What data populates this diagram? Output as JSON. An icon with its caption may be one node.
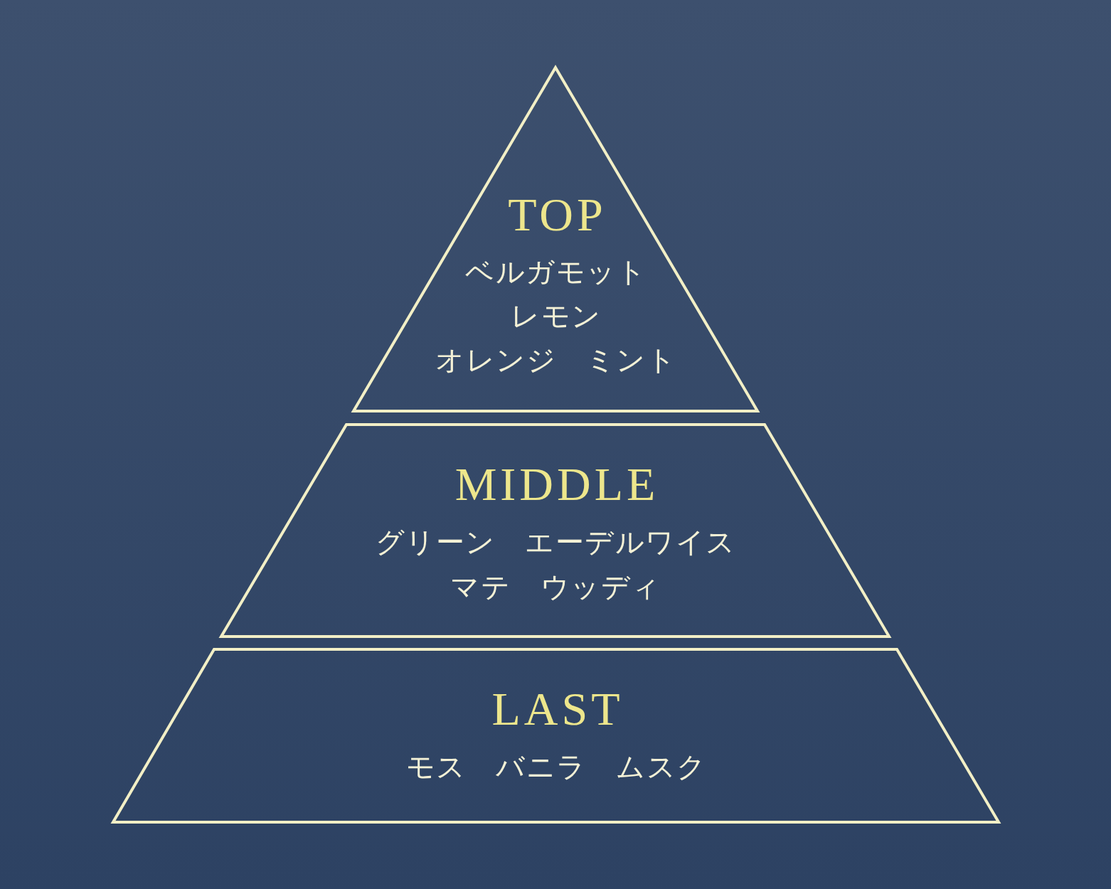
{
  "diagram": {
    "nodes": [
      {
        "text": [
          "TOP",
          "ベルガモット",
          "レモン",
          "オレンジ　ミント"
        ]
      },
      {
        "text": [
          "MIDDLE",
          "グリーン　エーデルワイス",
          "マテ　ウッディ"
        ]
      },
      {
        "text": [
          "LAST",
          "モス　バニラ　ムスク"
        ]
      }
    ]
  }
}
